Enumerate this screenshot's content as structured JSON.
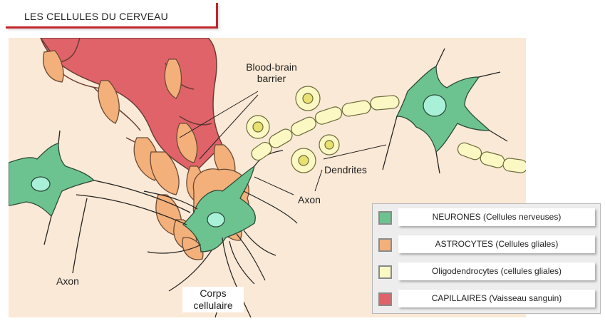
{
  "title": "LES CELLULES DU CERVEAU",
  "labels": {
    "blood_brain_barrier_line1": "Blood-brain",
    "blood_brain_barrier_line2": "barrier",
    "dendrites": "Dendrites",
    "axon_right": "Axon",
    "axon_left": "Axon",
    "corps_line1": "Corps",
    "corps_line2": "cellulaire"
  },
  "legend": [
    {
      "label": "NEURONES (Cellules nerveuses)",
      "color": "#6dc38f"
    },
    {
      "label": "ASTROCYTES (Cellules gliales)",
      "color": "#f3b07a"
    },
    {
      "label": "Oligodendrocytes (cellules gliales)",
      "color": "#fbf8c4"
    },
    {
      "label": "CAPILLAIRES (Vaisseau sanguin)",
      "color": "#e0636a"
    }
  ],
  "colors": {
    "background": "#fae9d6",
    "neuron": "#6dc38f",
    "nucleus": "#a8f0d8",
    "astrocyte": "#f3b07a",
    "oligodendrocyte": "#fbf8c4",
    "capillary": "#e0636a",
    "accent": "#c0262c"
  }
}
